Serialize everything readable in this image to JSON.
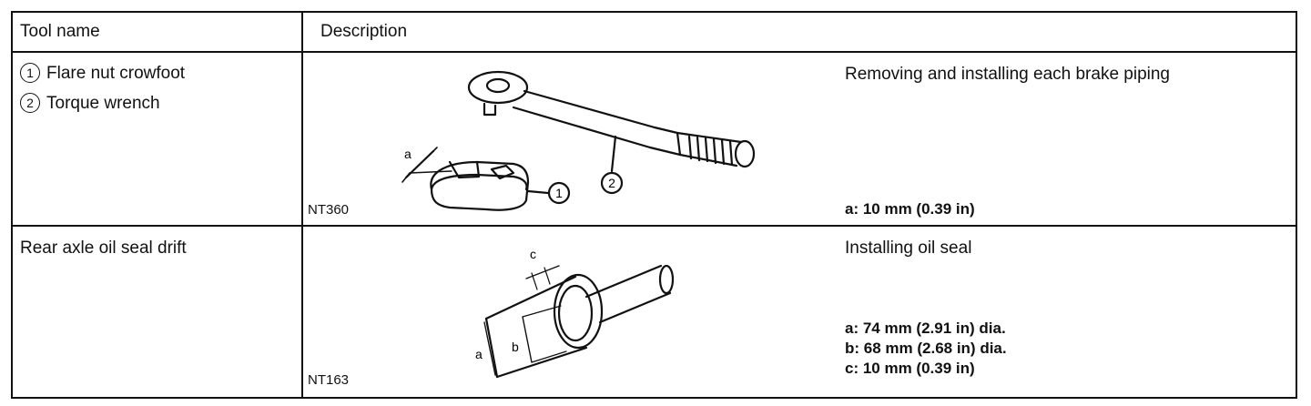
{
  "header": {
    "tool_name": "Tool name",
    "description": "Description"
  },
  "rows": [
    {
      "tools": [
        {
          "num": "1",
          "name": "Flare nut crowfoot"
        },
        {
          "num": "2",
          "name": "Torque wrench"
        }
      ],
      "code": "NT360",
      "usage": "Removing and installing each brake piping",
      "figure_labels": {
        "a": "a",
        "one": "1",
        "two": "2"
      },
      "specs": [
        "a: 10 mm (0.39 in)"
      ]
    },
    {
      "tool_name": "Rear axle oil seal drift",
      "code": "NT163",
      "usage": "Installing oil seal",
      "figure_labels": {
        "a": "a",
        "b": "b",
        "c": "c"
      },
      "specs": [
        "a: 74 mm (2.91 in) dia.",
        "b: 68 mm (2.68 in) dia.",
        "c: 10 mm (0.39 in)"
      ]
    }
  ]
}
